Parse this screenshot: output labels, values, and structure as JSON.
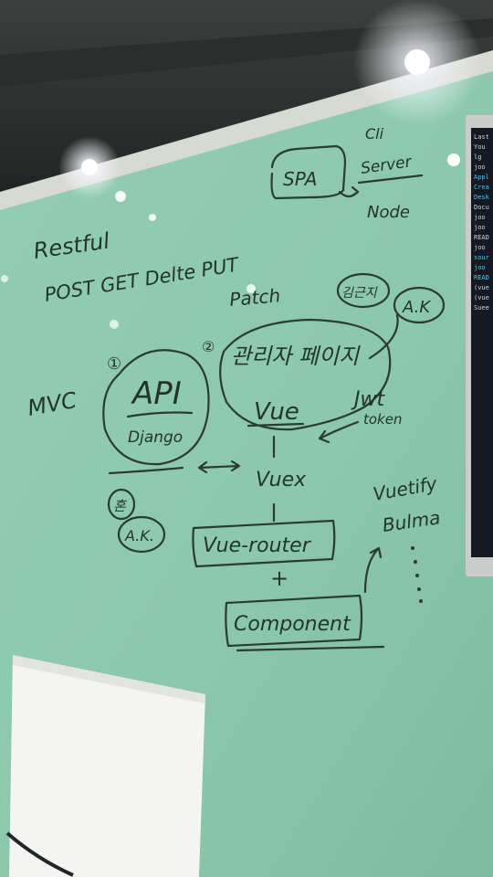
{
  "whiteboard": {
    "spa": "SPA",
    "cli": "Cli",
    "server": "Server",
    "node": "Node",
    "restful": "Restful",
    "methods_line": "POST  GET  Delte  PUT",
    "patch": "Patch",
    "tag_kim": "김근지",
    "tag_ak_top": "A.K",
    "num_1": "①",
    "num_2": "②",
    "mvc": "MVC",
    "api": "API",
    "django": "Django",
    "admin_page": "관리자 페이지",
    "vue": "Vue",
    "jwt": "Jwt",
    "token": "token",
    "vuex": "Vuex",
    "bottom_tag_top": "혼",
    "bottom_tag_ak": "A.K.",
    "vue_router": "Vue-router",
    "plus": "+",
    "component": "Component",
    "vuetify": "Vuetify",
    "bulma": "Bulma"
  },
  "monitor": {
    "lines": [
      "Last",
      "You",
      "lg",
      "joo",
      "Appl",
      "Crea",
      "Desk",
      "Docu",
      "joo",
      "joo",
      "READ",
      "joo",
      "sour",
      "joo",
      "READ",
      "(vue",
      "(vue",
      "Suee"
    ]
  },
  "colors": {
    "board": "#8fcab0",
    "ink": "#2b3a33",
    "frame": "#d9dbd5",
    "ceiling": "#1f2321"
  }
}
